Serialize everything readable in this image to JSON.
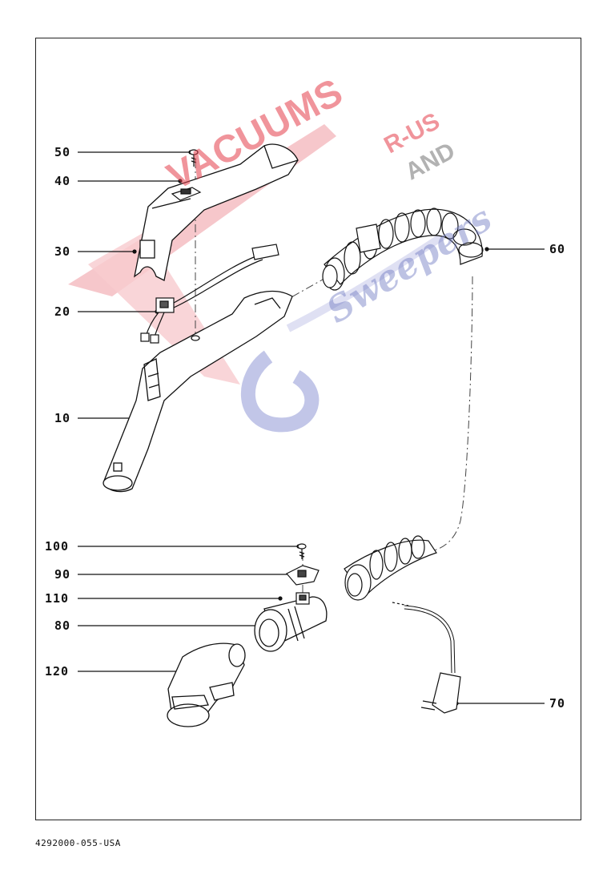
{
  "document_code": "4292000-055-USA",
  "watermark": {
    "main": "VACUUMS",
    "top": "R-US",
    "middle": "AND",
    "script": "Sweepers",
    "colors": {
      "red": "#e43d4a",
      "grey": "#a0a0a0",
      "blue": "#6f79c2"
    }
  },
  "callouts": [
    {
      "id": "50",
      "label": "50"
    },
    {
      "id": "40",
      "label": "40"
    },
    {
      "id": "30",
      "label": "30"
    },
    {
      "id": "20",
      "label": "20"
    },
    {
      "id": "10",
      "label": "10"
    },
    {
      "id": "60",
      "label": "60"
    },
    {
      "id": "100",
      "label": "100"
    },
    {
      "id": "90",
      "label": "90"
    },
    {
      "id": "110",
      "label": "110"
    },
    {
      "id": "80",
      "label": "80"
    },
    {
      "id": "120",
      "label": "120"
    },
    {
      "id": "70",
      "label": "70"
    }
  ]
}
